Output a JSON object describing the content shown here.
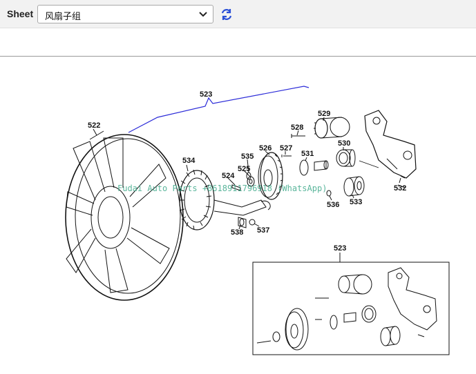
{
  "toolbar": {
    "sheet_label": "Sheet",
    "sheet_selected": "风扇子组",
    "refresh_icon": "refresh-icon"
  },
  "diagram": {
    "watermark": "Fudai Auto Parts +8618911796918 (WhatsApp)",
    "callouts": {
      "c523": "523",
      "c522": "522",
      "c534": "534",
      "c535": "535",
      "c525": "525",
      "c524": "524",
      "c526": "526",
      "c527": "527",
      "c528": "528",
      "c529": "529",
      "c530": "530",
      "c531": "531",
      "c536": "536",
      "c533": "533",
      "c532": "532",
      "c537": "537",
      "c538": "538",
      "c523b": "523"
    },
    "accent_line_color": "#2a2ad8",
    "line_color": "#111111"
  }
}
